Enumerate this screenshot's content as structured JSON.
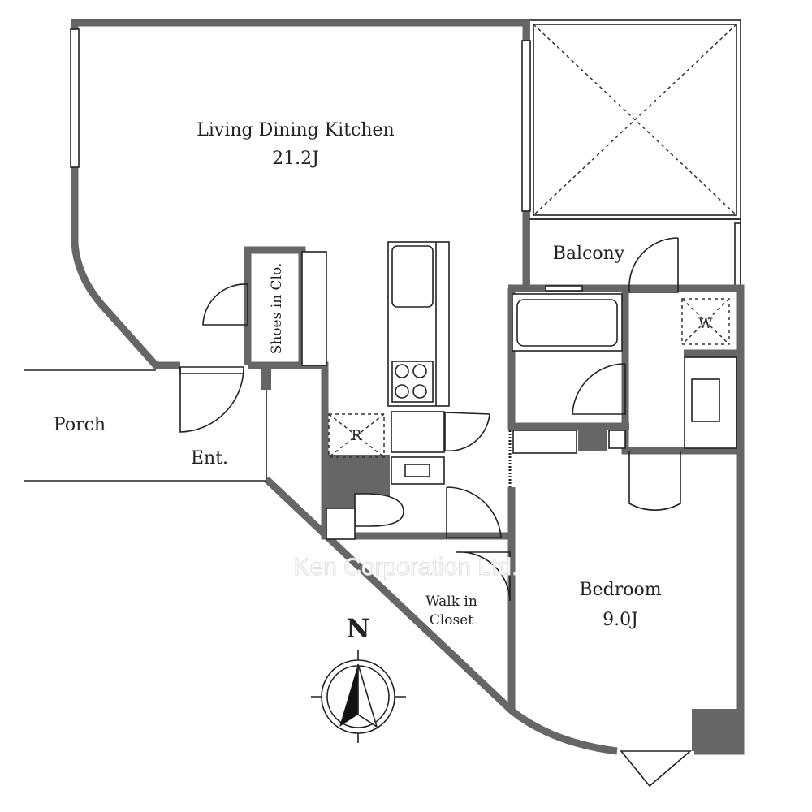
{
  "rooms": {
    "ldk": {
      "name": "Living Dining Kitchen",
      "size": "21.2J"
    },
    "balcony": {
      "name": "Balcony"
    },
    "shoes": {
      "name": "Shoes in Clo."
    },
    "refrigerator": {
      "name": "R"
    },
    "washer": {
      "name": "W"
    },
    "porch": {
      "name": "Porch"
    },
    "entrance": {
      "name": "Ent."
    },
    "walkin": {
      "line1": "Walk in",
      "line2": "Closet"
    },
    "bedroom": {
      "name": "Bedroom",
      "size": "9.0J"
    }
  },
  "compass": {
    "label": "N"
  },
  "watermark": "Ken Corporation Ltd.",
  "colors": {
    "wall": "#666666",
    "line": "#222222"
  }
}
